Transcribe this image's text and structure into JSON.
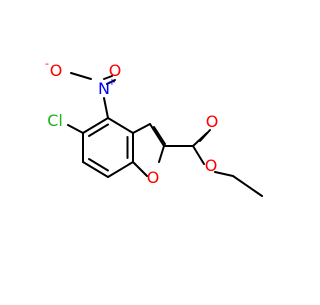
{
  "molecule": {
    "atom_labels": {
      "chlorine": "Cl",
      "nitro_nitrogen": "N",
      "nitro_charge_plus": "+",
      "nitro_oxygen_top": "O",
      "nitro_charge_minus": "-",
      "nitro_oxygen_right": "O",
      "ring_oxygen": "O",
      "carbonyl_oxygen": "O",
      "ester_oxygen": "O"
    },
    "colors": {
      "bond": "#000000",
      "chlorine": "#1fb31f",
      "nitrogen": "#0000ff",
      "oxygen": "#ff0000",
      "background": "#ffffff"
    }
  }
}
